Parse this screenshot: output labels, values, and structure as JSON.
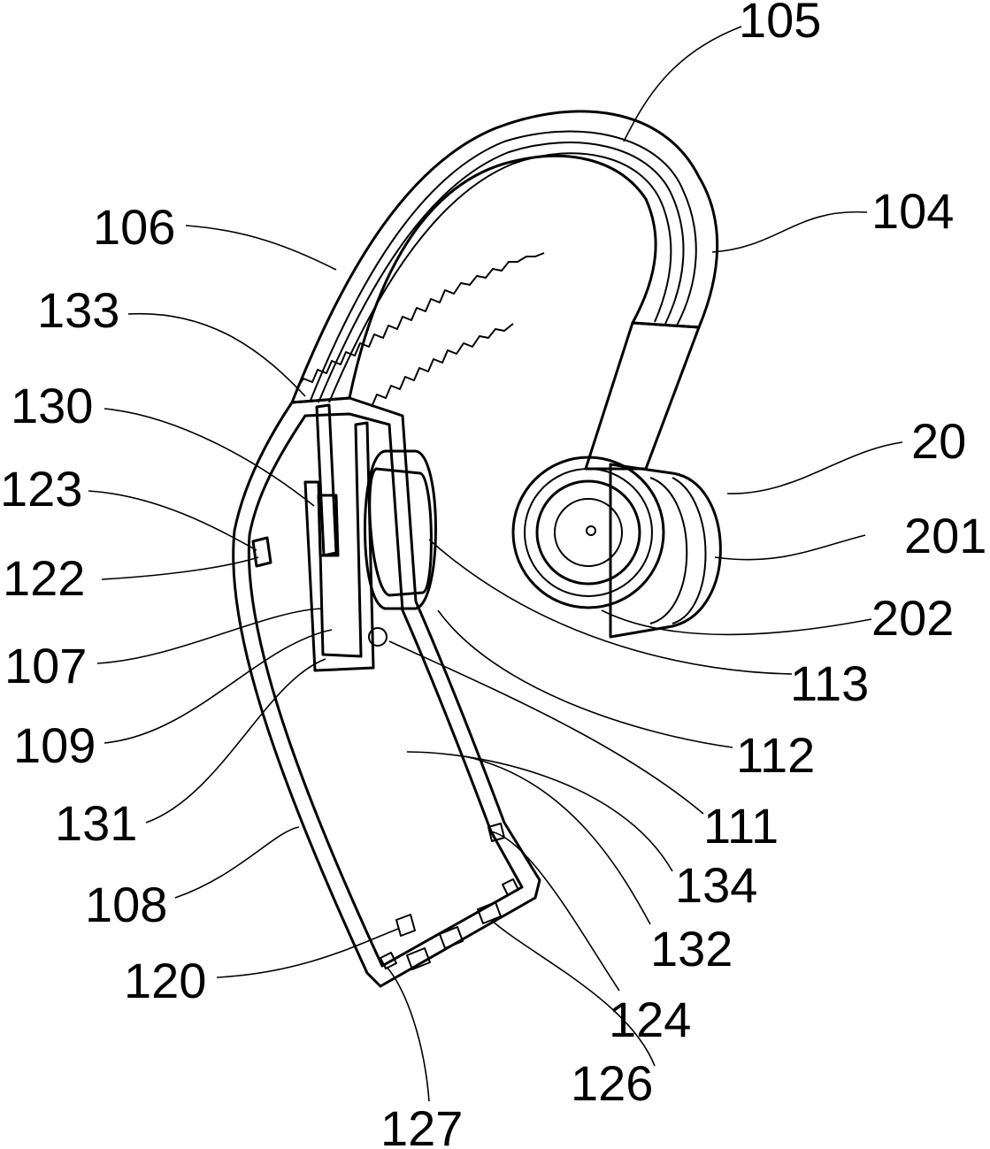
{
  "labels": {
    "l105": "105",
    "l104": "104",
    "l106": "106",
    "l133": "133",
    "l130": "130",
    "l123": "123",
    "l122": "122",
    "l107": "107",
    "l109": "109",
    "l131": "131",
    "l108": "108",
    "l120": "120",
    "l127": "127",
    "l126": "126",
    "l124": "124",
    "l132": "132",
    "l134": "134",
    "l111": "111",
    "l112": "112",
    "l113": "113",
    "l202": "202",
    "l201": "201",
    "l20": "20"
  },
  "colors": {
    "ink": "#000000",
    "paper": "#ffffff"
  }
}
